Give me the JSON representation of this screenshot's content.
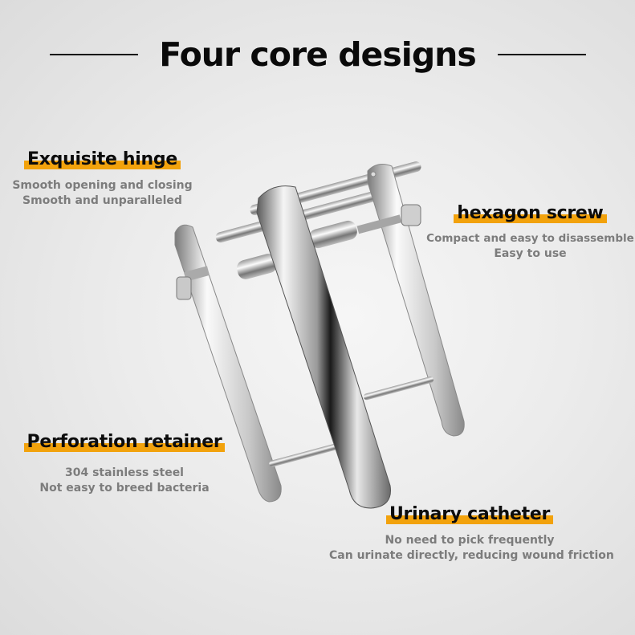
{
  "header": {
    "title": "Four core designs"
  },
  "features": [
    {
      "id": "exquisite-hinge",
      "heading": "Exquisite hinge",
      "lines": [
        "Smooth opening and closing",
        "Smooth and unparalleled"
      ]
    },
    {
      "id": "hexagon-screw",
      "heading": "hexagon screw",
      "lines": [
        "Compact and easy to disassemble",
        "Easy to use"
      ]
    },
    {
      "id": "perforation-retainer",
      "heading": "Perforation retainer",
      "lines": [
        "304 stainless steel",
        "Not easy to breed bacteria"
      ]
    },
    {
      "id": "urinary-catheter",
      "heading": "Urinary catheter",
      "lines": [
        "No need to pick frequently",
        "Can urinate directly, reducing wound friction"
      ]
    }
  ],
  "colors": {
    "highlight": "#f2a20c",
    "heading_text": "#0c0c0c",
    "description_text": "#7c7c7c",
    "background": "#ececec"
  },
  "product": {
    "image": "stainless-steel-retainer-device"
  }
}
